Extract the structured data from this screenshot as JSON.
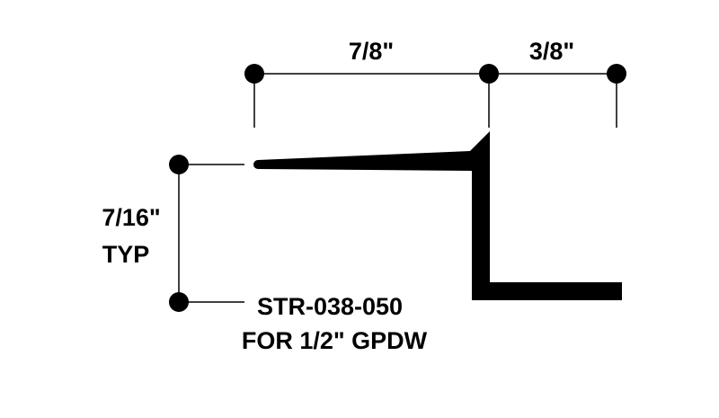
{
  "dimensions": {
    "top_left": "7/8\"",
    "top_right": "3/8\"",
    "left_value": "7/16\"",
    "left_note": "TYP"
  },
  "part": {
    "number": "STR-038-050",
    "description": "FOR 1/2\" GPDW"
  },
  "colors": {
    "ink": "#000000",
    "background": "#ffffff"
  }
}
